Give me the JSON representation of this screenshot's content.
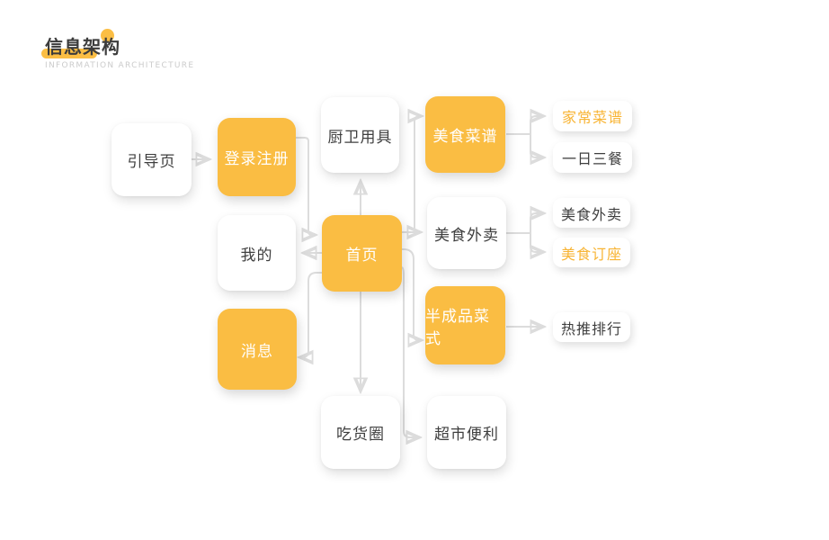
{
  "header": {
    "title": "信息架构",
    "subtitle": "INFORMATION ARCHITECTURE"
  },
  "colors": {
    "accent": "#FABD43",
    "accent_text": "#F8B434",
    "node_text": "#3F3F3F",
    "connector": "#DCDCDC",
    "arrowhead": "#C9C9C9",
    "subtitle_text": "#CBCBCB"
  },
  "nodes": {
    "guide": {
      "label": "引导页"
    },
    "login": {
      "label": "登录注册"
    },
    "kitchenware": {
      "label": "厨卫用具"
    },
    "recipes": {
      "label": "美食菜谱"
    },
    "home_recipes": {
      "label": "家常菜谱"
    },
    "daily_meals": {
      "label": "一日三餐"
    },
    "mine": {
      "label": "我的"
    },
    "home": {
      "label": "首页"
    },
    "takeout": {
      "label": "美食外卖"
    },
    "takeout_leaf": {
      "label": "美食外卖"
    },
    "reservation": {
      "label": "美食订座"
    },
    "messages": {
      "label": "消息"
    },
    "semi_finished": {
      "label": "半成品菜式"
    },
    "hot_ranking": {
      "label": "热推排行"
    },
    "foodie_circle": {
      "label": "吃货圈"
    },
    "supermarket": {
      "label": "超市便利"
    }
  },
  "edges": [
    {
      "from": "guide",
      "to": "login"
    },
    {
      "from": "login",
      "to": "home"
    },
    {
      "from": "home",
      "to": "mine"
    },
    {
      "from": "home",
      "to": "kitchenware"
    },
    {
      "from": "home",
      "to": "recipes"
    },
    {
      "from": "home",
      "to": "takeout"
    },
    {
      "from": "home",
      "to": "semi_finished"
    },
    {
      "from": "home",
      "to": "supermarket"
    },
    {
      "from": "home",
      "to": "messages"
    },
    {
      "from": "home",
      "to": "foodie_circle"
    },
    {
      "from": "recipes",
      "to": "home_recipes"
    },
    {
      "from": "recipes",
      "to": "daily_meals"
    },
    {
      "from": "takeout",
      "to": "takeout_leaf"
    },
    {
      "from": "takeout",
      "to": "reservation"
    },
    {
      "from": "semi_finished",
      "to": "hot_ranking"
    }
  ]
}
